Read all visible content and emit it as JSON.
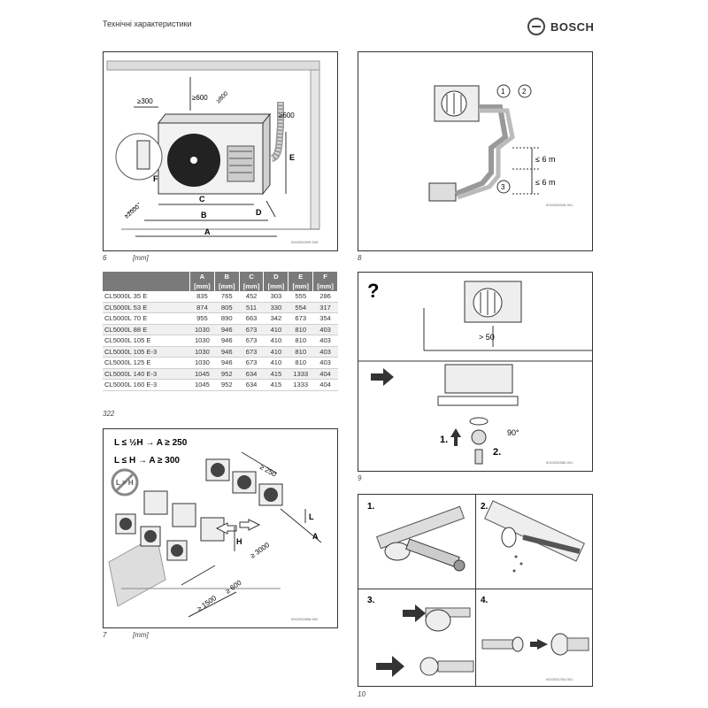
{
  "header": {
    "title": "Технічні характеристики",
    "brand": "BOSCH"
  },
  "figure6": {
    "number": "6",
    "unit": "[mm]",
    "code": "0010032009-003",
    "labels": {
      "a": "A",
      "b": "B",
      "c": "C",
      "d": "D",
      "e": "E",
      "f": "F",
      "clear300": "≥300",
      "clear600_top": "≥600",
      "clear600_side": "≥600",
      "clear2000": "≥2000",
      "clear800": "≥800"
    }
  },
  "table": {
    "headers": [
      {
        "letter": "",
        "unit": ""
      },
      {
        "letter": "A",
        "unit": "[mm]"
      },
      {
        "letter": "B",
        "unit": "[mm]"
      },
      {
        "letter": "C",
        "unit": "[mm]"
      },
      {
        "letter": "D",
        "unit": "[mm]"
      },
      {
        "letter": "E",
        "unit": "[mm]"
      },
      {
        "letter": "F",
        "unit": "[mm]"
      }
    ],
    "rows": [
      [
        "CL5000L 35 E",
        "835",
        "765",
        "452",
        "303",
        "555",
        "286"
      ],
      [
        "CL5000L 53 E",
        "874",
        "805",
        "511",
        "330",
        "554",
        "317"
      ],
      [
        "CL5000L 70 E",
        "955",
        "890",
        "663",
        "342",
        "673",
        "354"
      ],
      [
        "CL5000L 88 E",
        "1030",
        "946",
        "673",
        "410",
        "810",
        "403"
      ],
      [
        "CL5000L 105 E",
        "1030",
        "946",
        "673",
        "410",
        "810",
        "403"
      ],
      [
        "CL5000L 105 E-3",
        "1030",
        "946",
        "673",
        "410",
        "810",
        "403"
      ],
      [
        "CL5000L 125 E",
        "1030",
        "946",
        "673",
        "410",
        "810",
        "403"
      ],
      [
        "CL5000L 140 E-3",
        "1045",
        "952",
        "634",
        "415",
        "1333",
        "404"
      ],
      [
        "CL5000L 160 E-3",
        "1045",
        "952",
        "634",
        "415",
        "1333",
        "404"
      ]
    ],
    "number": "322"
  },
  "figure7": {
    "number": "7",
    "unit": "[mm]",
    "code": "0010032808-002",
    "rule1": "L ≤ ½H → A ≥ 250",
    "rule2": "L ≤ H → A ≥ 300",
    "forbidden": "L > H",
    "labels": {
      "clear250": "≥ 250",
      "clear3000": "≥ 3000",
      "clear600": "≥ 600",
      "clear1500": "≥ 1500",
      "l": "L",
      "h": "H",
      "a": "A"
    }
  },
  "figure8": {
    "number": "8",
    "code": "0010034026-001",
    "marker1": "1",
    "marker2": "2",
    "marker3": "3",
    "dim1": "≤ 6 m",
    "dim2": "≤ 6 m"
  },
  "figure9": {
    "number": "9",
    "code": "0010032080-001",
    "question": "?",
    "dim": "> 50",
    "step1": "1.",
    "step2": "2.",
    "angle": "90°"
  },
  "figure10": {
    "number": "10",
    "code": "0010032754-001",
    "step1": "1.",
    "step2": "2.",
    "step3": "3.",
    "step4": "4."
  }
}
